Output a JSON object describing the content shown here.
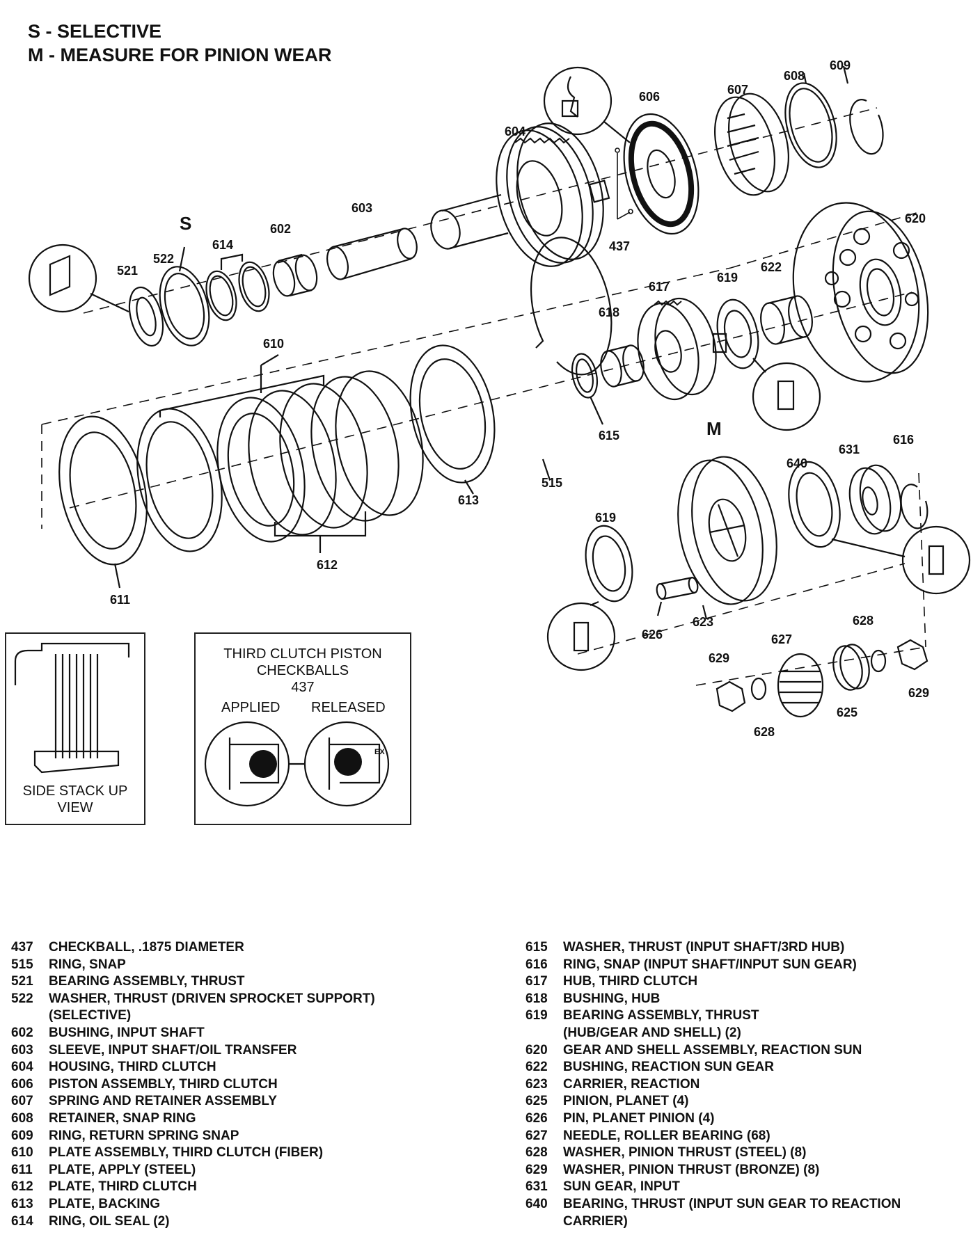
{
  "key": {
    "s_line": "S - SELECTIVE",
    "m_line": "M - MEASURE FOR PINION WEAR"
  },
  "markers": {
    "s": "S",
    "m": "M"
  },
  "callouts": {
    "c437": "437",
    "c515": "515",
    "c521": "521",
    "c522": "522",
    "c602": "602",
    "c603": "603",
    "c604": "604",
    "c606": "606",
    "c607": "607",
    "c608": "608",
    "c609": "609",
    "c610": "610",
    "c611": "611",
    "c612": "612",
    "c613": "613",
    "c614": "614",
    "c615": "615",
    "c616": "616",
    "c617": "617",
    "c618": "618",
    "c619a": "619",
    "c619b": "619",
    "c620": "620",
    "c622": "622",
    "c623": "623",
    "c625": "625",
    "c626": "626",
    "c627": "627",
    "c628a": "628",
    "c628b": "628",
    "c629a": "629",
    "c629b": "629",
    "c631": "631",
    "c640": "640"
  },
  "side_stack": {
    "caption_line1": "SIDE STACK UP",
    "caption_line2": "VIEW"
  },
  "checkball_box": {
    "title_line1": "THIRD CLUTCH PISTON",
    "title_line2": "CHECKBALLS",
    "title_line3": "437",
    "applied": "APPLIED",
    "released": "RELEASED",
    "ex": "EX"
  },
  "parts_left": [
    {
      "num": "437",
      "desc": "CHECKBALL, .1875 DIAMETER"
    },
    {
      "num": "515",
      "desc": "RING, SNAP"
    },
    {
      "num": "521",
      "desc": "BEARING ASSEMBLY, THRUST"
    },
    {
      "num": "522",
      "desc": "WASHER, THRUST (DRIVEN SPROCKET SUPPORT)"
    },
    {
      "num": "",
      "desc": "(SELECTIVE)"
    },
    {
      "num": "602",
      "desc": "BUSHING, INPUT SHAFT"
    },
    {
      "num": "603",
      "desc": "SLEEVE, INPUT SHAFT/OIL TRANSFER"
    },
    {
      "num": "604",
      "desc": "HOUSING, THIRD CLUTCH"
    },
    {
      "num": "606",
      "desc": "PISTON ASSEMBLY, THIRD CLUTCH"
    },
    {
      "num": "607",
      "desc": "SPRING AND RETAINER ASSEMBLY"
    },
    {
      "num": "608",
      "desc": "RETAINER, SNAP RING"
    },
    {
      "num": "609",
      "desc": "RING, RETURN SPRING SNAP"
    },
    {
      "num": "610",
      "desc": "PLATE ASSEMBLY, THIRD CLUTCH (FIBER)"
    },
    {
      "num": "611",
      "desc": "PLATE, APPLY (STEEL)"
    },
    {
      "num": "612",
      "desc": "PLATE, THIRD CLUTCH"
    },
    {
      "num": "613",
      "desc": "PLATE, BACKING"
    },
    {
      "num": "614",
      "desc": "RING, OIL SEAL (2)"
    }
  ],
  "parts_right": [
    {
      "num": "615",
      "desc": "WASHER, THRUST (INPUT SHAFT/3RD HUB)"
    },
    {
      "num": "616",
      "desc": "RING, SNAP (INPUT SHAFT/INPUT SUN GEAR)"
    },
    {
      "num": "617",
      "desc": "HUB, THIRD CLUTCH"
    },
    {
      "num": "618",
      "desc": "BUSHING, HUB"
    },
    {
      "num": "619",
      "desc": "BEARING ASSEMBLY, THRUST"
    },
    {
      "num": "",
      "desc": "(HUB/GEAR AND SHELL) (2)"
    },
    {
      "num": "620",
      "desc": "GEAR AND SHELL ASSEMBLY, REACTION SUN"
    },
    {
      "num": "622",
      "desc": "BUSHING, REACTION SUN GEAR"
    },
    {
      "num": "623",
      "desc": "CARRIER, REACTION"
    },
    {
      "num": "625",
      "desc": "PINION, PLANET (4)"
    },
    {
      "num": "626",
      "desc": "PIN, PLANET PINION (4)"
    },
    {
      "num": "627",
      "desc": "NEEDLE, ROLLER BEARING (68)"
    },
    {
      "num": "628",
      "desc": "WASHER, PINION THRUST (STEEL) (8)"
    },
    {
      "num": "629",
      "desc": "WASHER, PINION THRUST (BRONZE) (8)"
    },
    {
      "num": "631",
      "desc": "SUN GEAR, INPUT"
    },
    {
      "num": "640",
      "desc": "BEARING, THRUST (INPUT SUN GEAR TO REACTION"
    },
    {
      "num": "",
      "desc": "CARRIER)"
    }
  ]
}
